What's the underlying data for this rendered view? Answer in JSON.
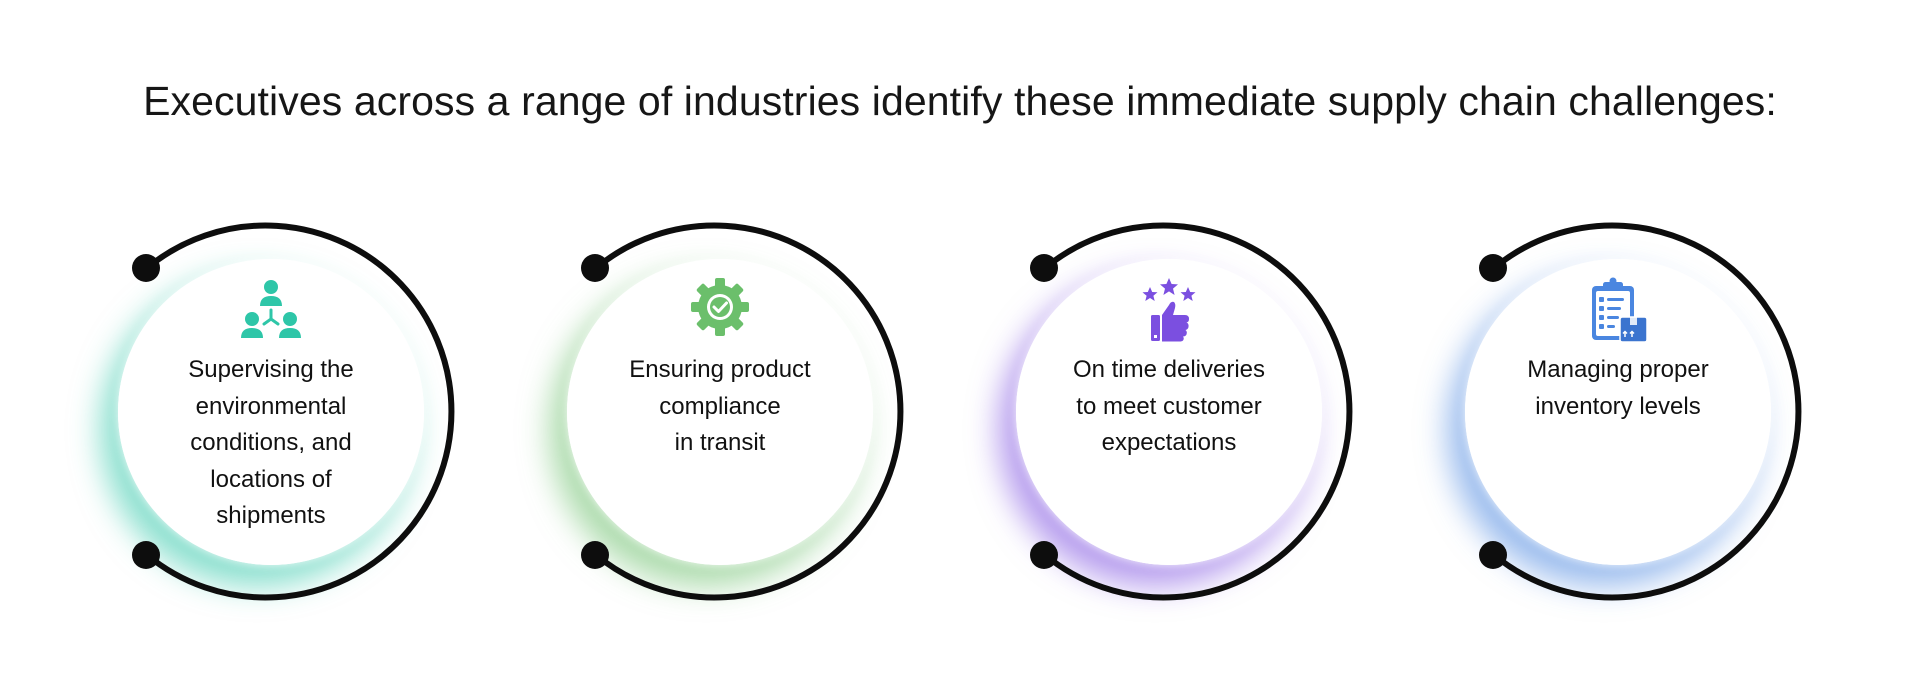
{
  "headline": "Executives across a range of industries identify these immediate supply chain challenges:",
  "challenges": [
    {
      "lines": [
        "Supervising the",
        "environmental",
        "conditions, and",
        "locations of",
        "shipments"
      ],
      "icon": "team-network-icon",
      "accent": "#2ec6a8"
    },
    {
      "lines": [
        "Ensuring product",
        "compliance",
        "in transit"
      ],
      "icon": "gear-check-icon",
      "accent": "#6bbf6b"
    },
    {
      "lines": [
        "On time deliveries",
        "to meet customer",
        "expectations"
      ],
      "icon": "thumbs-up-stars-icon",
      "accent": "#7b4fe0"
    },
    {
      "lines": [
        "Managing proper",
        "inventory levels"
      ],
      "icon": "clipboard-inventory-icon",
      "accent": "#4a86e0"
    }
  ]
}
